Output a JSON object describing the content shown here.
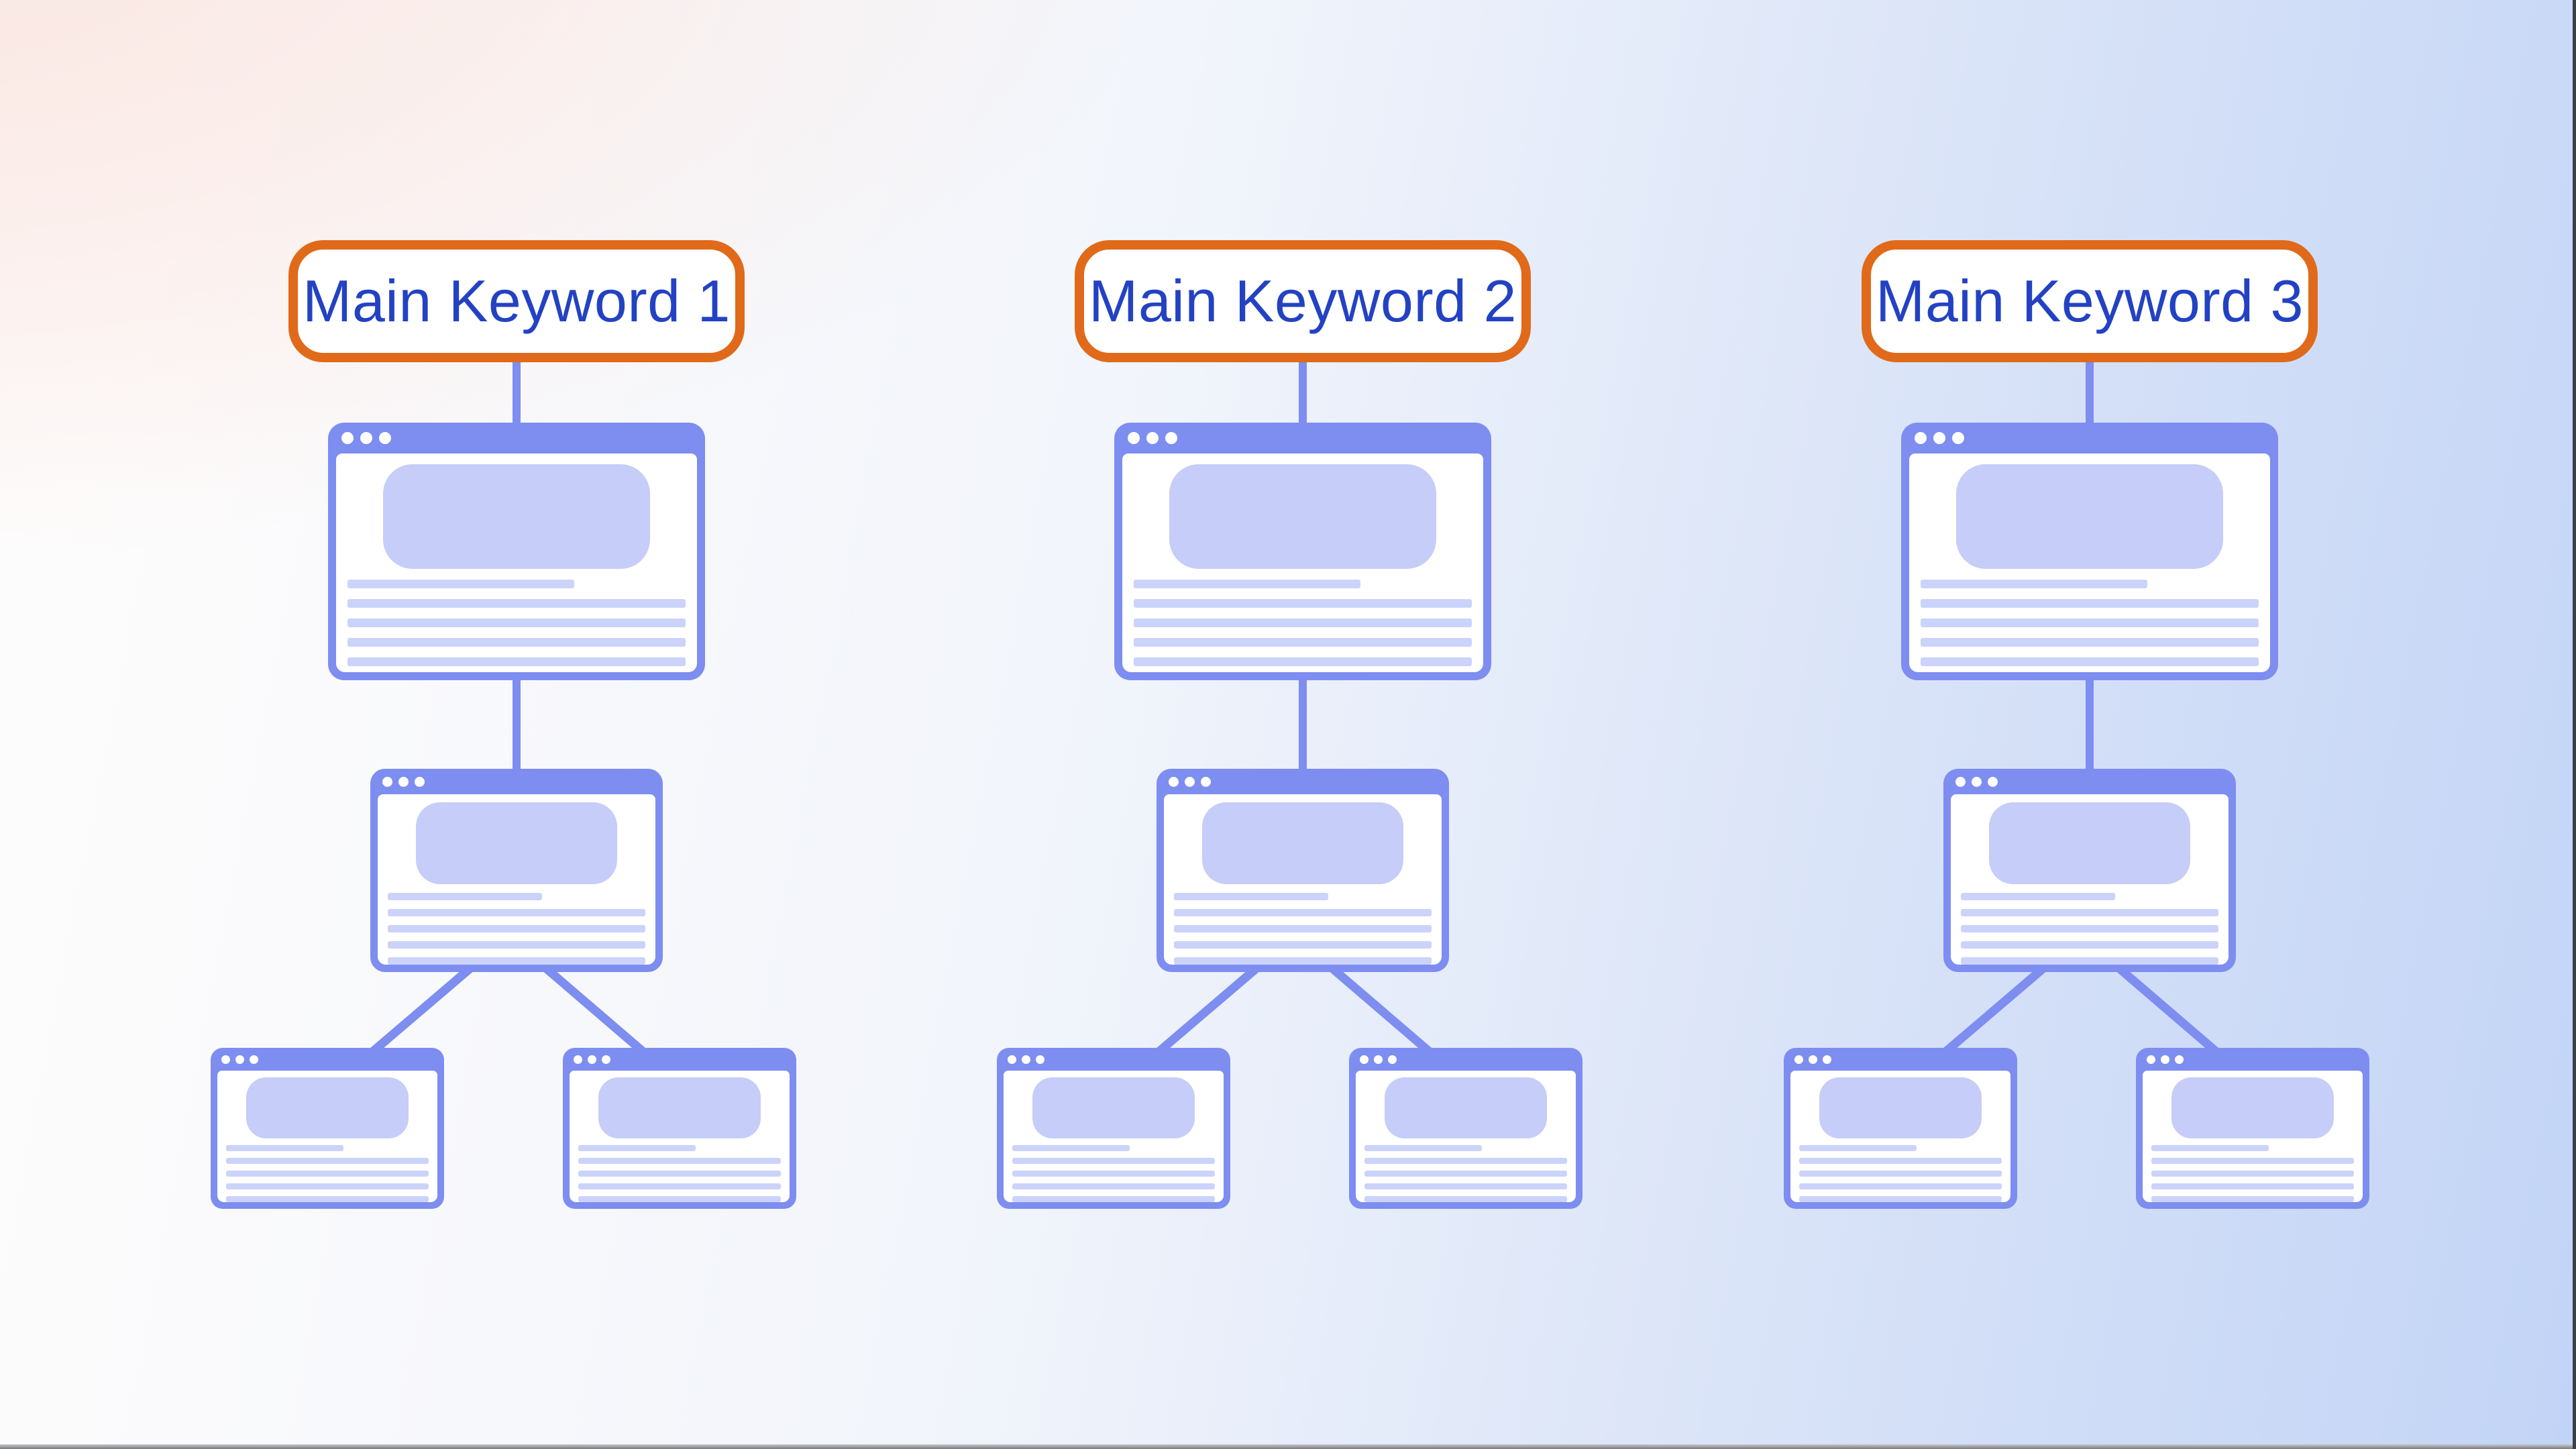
{
  "diagram": {
    "columns": [
      {
        "label": "Main Keyword 1"
      },
      {
        "label": "Main Keyword 2"
      },
      {
        "label": "Main Keyword 3"
      }
    ]
  },
  "window": {
    "dot_count": 3,
    "text_line_count": 5,
    "short_line_first": true
  },
  "colors": {
    "accent": "#7d8df0",
    "accent_soft": "#c5cdf8",
    "accent_line": "#cbd3fa",
    "outline_orange": "#e06a1a",
    "label_text": "#2342c3",
    "bg_pink": "#fae6e1",
    "bg_white": "#fdfcfc",
    "bg_blue": "#c2d4f6",
    "edge_gray": "#77797c",
    "edge_gray_light": "#c7c9cc",
    "edge_dark": "#3a3f4a"
  }
}
